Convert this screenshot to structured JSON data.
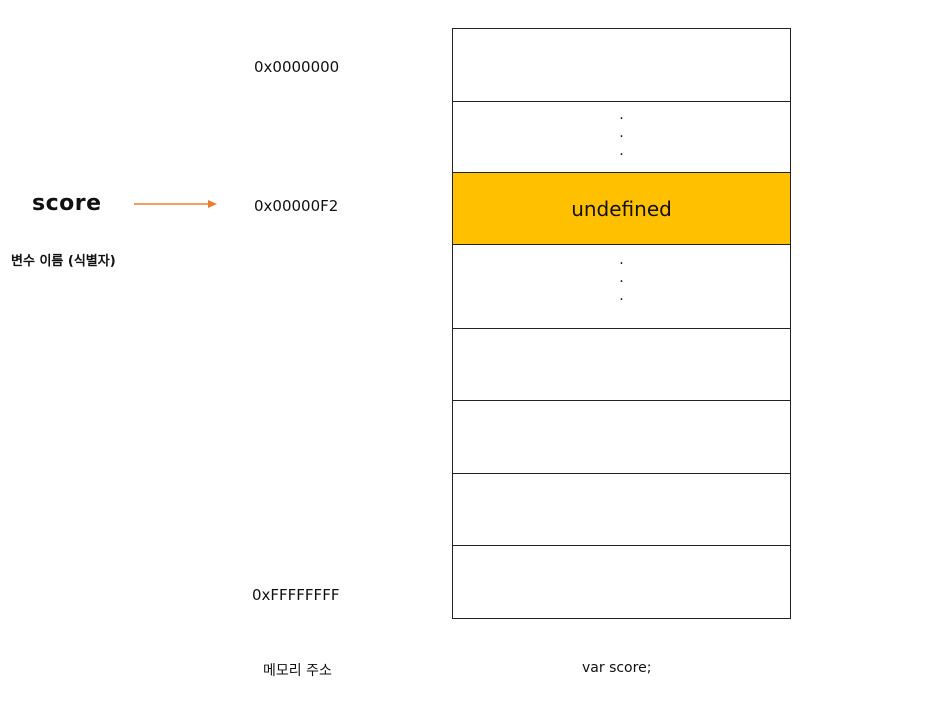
{
  "addresses": {
    "start": "0x0000000",
    "score": "0x00000F2",
    "end": "0xFFFFFFFF"
  },
  "variable": {
    "name": "score",
    "caption": "변수 이름 (식별자)"
  },
  "memory_cells": [
    {
      "value": "",
      "kind": "empty"
    },
    {
      "value": "·\n·\n·",
      "kind": "ellipsis"
    },
    {
      "value": "undefined",
      "kind": "highlight"
    },
    {
      "value": "·\n·\n·",
      "kind": "ellipsis"
    },
    {
      "value": "",
      "kind": "empty"
    },
    {
      "value": "",
      "kind": "empty"
    },
    {
      "value": "",
      "kind": "empty"
    },
    {
      "value": "",
      "kind": "empty"
    }
  ],
  "footer": {
    "memory_address_label": "메모리 주소",
    "code_label": "var score;"
  },
  "colors": {
    "highlight": "#ffc000",
    "arrow": "#ed7d31"
  }
}
